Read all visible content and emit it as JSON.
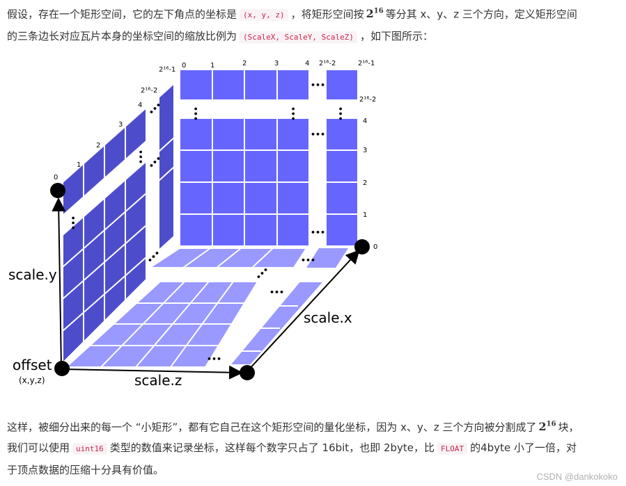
{
  "intro": {
    "t1": "假设，存在一个矩形空间，它的左下角点的坐标是",
    "code_xyz": "(x, y, z)",
    "t2": "，将矩形空间按",
    "pow_base": "2",
    "pow_exp": "16",
    "t3": "等分其 x、y、z 三个方向，定义矩形空间",
    "t4": "的三条边长对应瓦片本身的坐标空间的缩放比例为",
    "code_scale": "(ScaleX, ScaleY, ScaleZ)",
    "t5": "，如下图所示："
  },
  "figure": {
    "colors": {
      "face": "#6666ff",
      "side": "#4d4dcc",
      "floor": "#9999ff",
      "grid": "#ffffff",
      "edge": "#000000"
    },
    "labels": {
      "scale_y": "scale.y",
      "scale_x": "scale.x",
      "scale_z": "scale.z",
      "offset": "offset",
      "offset_sub": "(x,y,z)",
      "dots": "•••"
    },
    "top_ticks": [
      "0",
      "1",
      "2",
      "3",
      "4",
      "2¹⁶-2",
      "2¹⁶-1"
    ],
    "right_ticks": [
      "2¹⁶-2",
      "4",
      "3",
      "2",
      "1",
      "0"
    ],
    "left_ticks": [
      "2¹⁶-1",
      "2¹⁶-2",
      "4",
      "3",
      "2",
      "1",
      "0"
    ]
  },
  "outro": {
    "t1": "这样，被细分出来的每一个 “小矩形”，都有它自己在这个矩形空间的量化坐标，因为 x、y、z 三个方向被分割成了",
    "pow_base": "2",
    "pow_exp": "16",
    "t2": "块，",
    "t3": "我们可以使用",
    "code_uint16": "uint16",
    "t4": "类型的数值来记录坐标，这样每个数字只占了 16bit，也即 2byte，比",
    "code_float": "FLOAT",
    "t5": "的4byte 小了一倍，对",
    "t6": "于顶点数据的压缩十分具有价值。"
  },
  "watermark": "CSDN @dankokoko"
}
